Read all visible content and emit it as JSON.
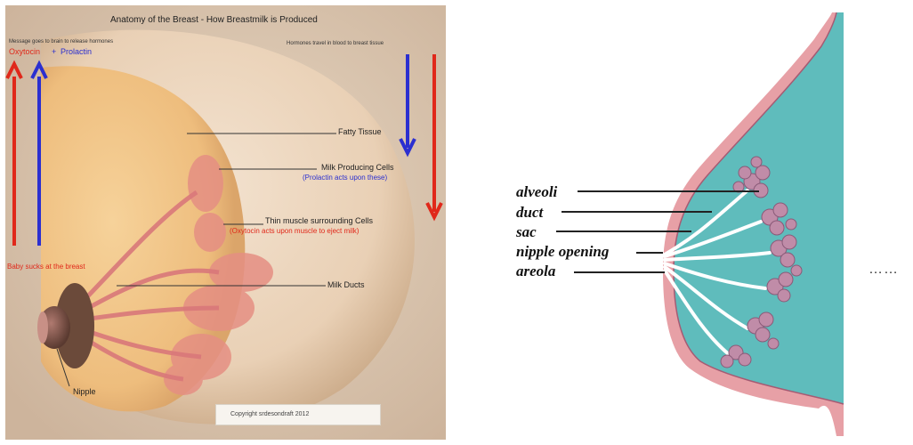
{
  "left_diagram": {
    "title": "Anatomy of the Breast - How Breastmilk is Produced",
    "message_note": "Message goes to brain to release hormones",
    "hormone_oxytocin": "Oxytocin",
    "plus": "+",
    "hormone_prolactin": "Prolactin",
    "hormones_released_note": "Hormones travel in blood to breast tissue",
    "fatty_tissue": "Fatty Tissue",
    "milk_producing_cells": "Milk Producing Cells",
    "prolactin_note": "(Prolactin acts upon these)",
    "thin_muscle": "Thin muscle surrounding Cells",
    "oxytocin_note": "(Oxytocin acts upon muscle to eject milk)",
    "baby_sucks": "Baby sucks at the breast",
    "milk_ducts": "Milk Ducts",
    "nipple": "Nipple",
    "copyright": "Copyright srdesondraft 2012",
    "colors": {
      "red_arrow": "#e0281a",
      "blue_arrow": "#2b2fd0"
    }
  },
  "right_diagram": {
    "labels": [
      "alveoli",
      "duct",
      "sac",
      "nipple opening",
      "areola"
    ],
    "colors": {
      "tissue": "#5fbcbc",
      "skin": "#e7a0a6",
      "alveoli": "#c08ca8"
    }
  },
  "trailing_text": "……"
}
